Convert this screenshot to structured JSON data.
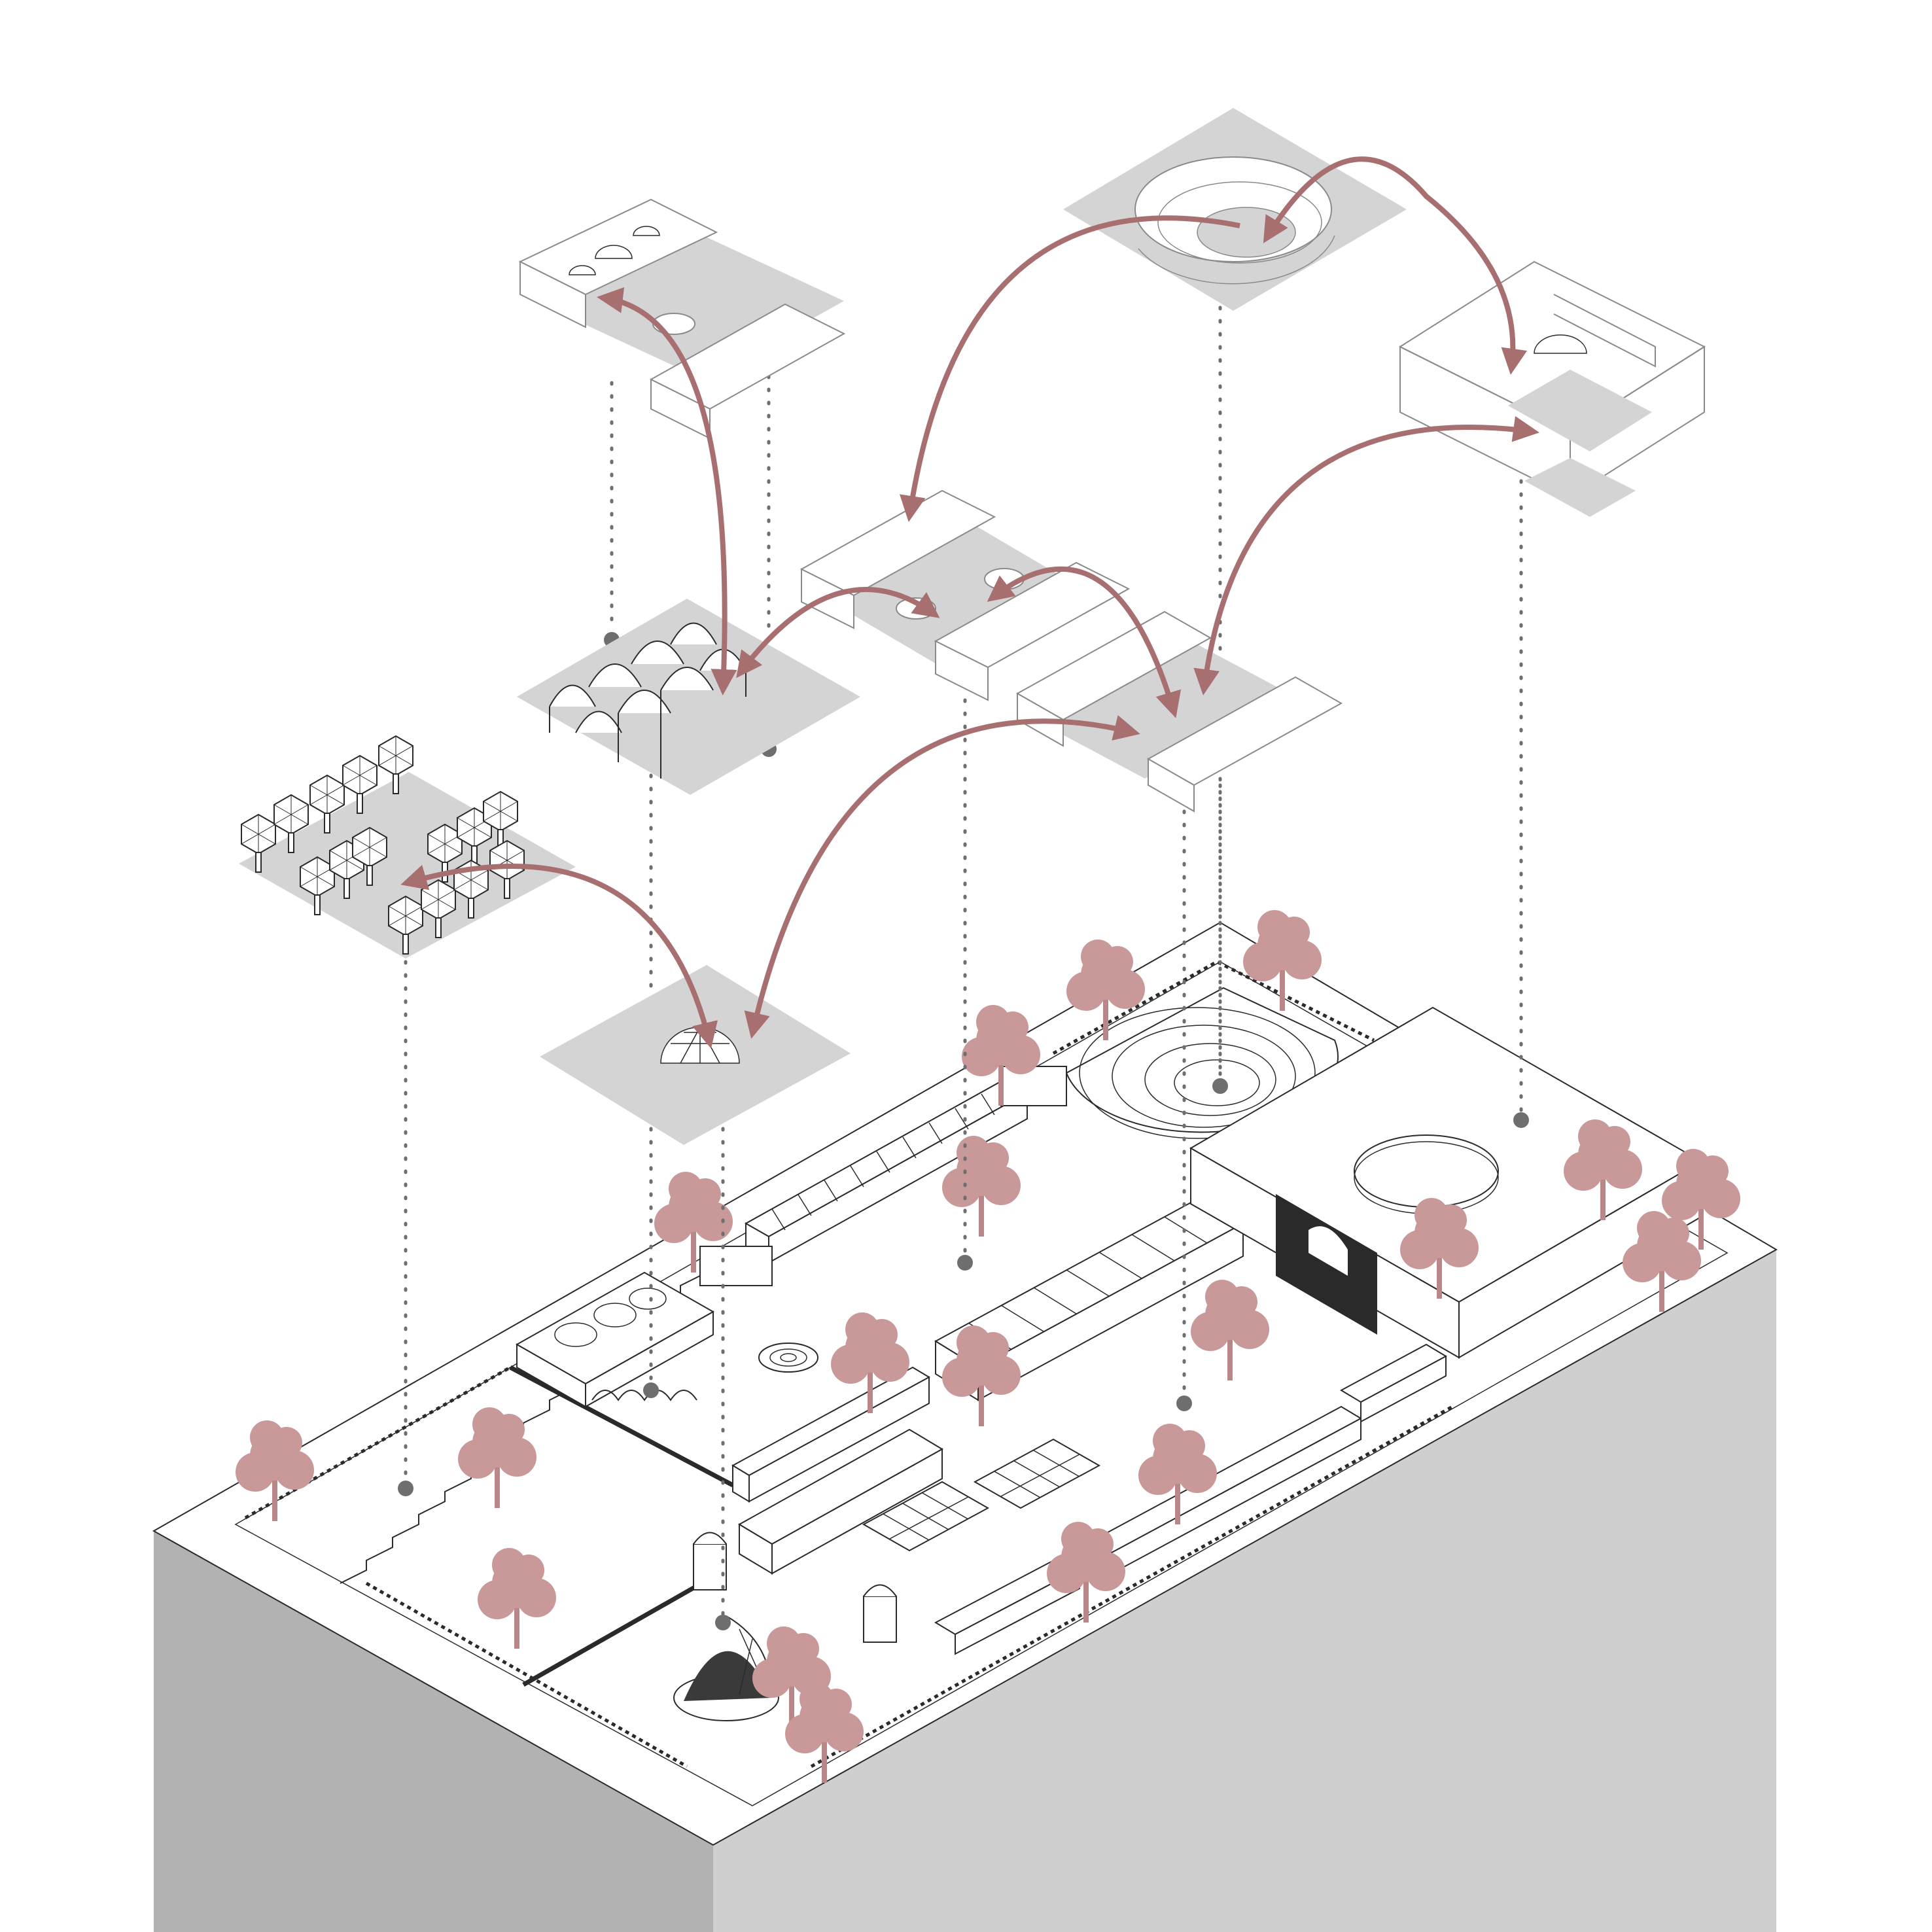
{
  "colors": {
    "background": "#ffffff",
    "plane_fill": "#d4d4d4",
    "block_side_left": "#b2b2b2",
    "block_side_right": "#cfcfcf",
    "line": "#2a2a2a",
    "light_line": "#8a8a8a",
    "arrow": "#a86f70",
    "tree": "#c9999a",
    "leader": "#6e6e6e"
  },
  "diagram": {
    "labels": [],
    "elements": [
      {
        "id": "site-block",
        "kind": "isometric site base"
      },
      {
        "id": "amphitheatre-plane",
        "kind": "exploded layer"
      },
      {
        "id": "gallery-volume",
        "kind": "exploded layer"
      },
      {
        "id": "dome-domes-plane",
        "kind": "exploded layer"
      },
      {
        "id": "vault-pavilion-plane",
        "kind": "exploded layer"
      },
      {
        "id": "courtyard-bars-plane",
        "kind": "exploded layer"
      },
      {
        "id": "sheds-plane",
        "kind": "exploded layer"
      },
      {
        "id": "tree-grove-plane",
        "kind": "exploded layer"
      },
      {
        "id": "geodesic-dome-plane",
        "kind": "exploded layer"
      }
    ],
    "icons": [
      "tree-icon",
      "geodesic-dome-icon",
      "vault-arch-icon",
      "arrow-icon",
      "leader-dot-icon"
    ]
  }
}
